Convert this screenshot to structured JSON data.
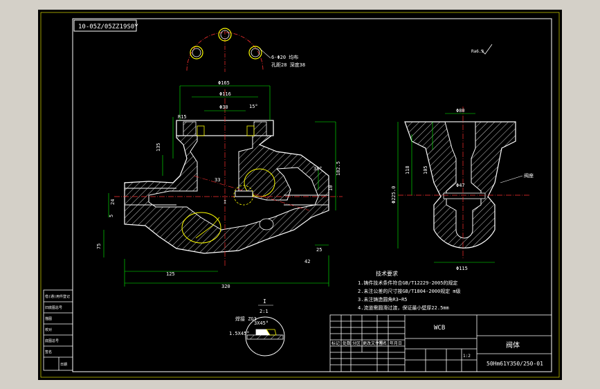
{
  "drawing": {
    "code_box": "10-05Z/05ZZ19S0Y",
    "bolt_note_1": "6-Φ20 均布",
    "bolt_note_2": "孔距28 深度38",
    "roughness_mark": "Ra6.3",
    "dims": {
      "d165": "Φ165",
      "d116": "Φ116",
      "d30": "Φ30",
      "d80": "Φ80",
      "d47": "Φ47",
      "d225": "Φ225.0",
      "r15": "R15",
      "a15": "15°",
      "a38": "38°",
      "d182": "182.5",
      "d320": "320",
      "d125": "125",
      "d10": "10",
      "d5": "5",
      "d75": "75",
      "d42": "42",
      "d118": "118",
      "d105": "105",
      "d115": "Φ115",
      "d25": "25",
      "d24": "24",
      "d135": "135",
      "d33": "33",
      "lbl_i": "I"
    },
    "detail": {
      "title": "I",
      "scale": "2:1",
      "chamfer1": "3X45°",
      "chamfer2": "1.5X45°",
      "weld": "焊接 ZG3"
    },
    "valve_seat_label": "阀座",
    "tech_req": {
      "title": "技术要求",
      "items": [
        "1.铸件技术条件符合GB/T12229-2005的规定",
        "2.未注公差的尺寸按GB/T1804-2000规定 m级",
        "3.未注铸造圆角R3~R5",
        "4.流道需圆滑过渡，保证最小壁厚22.5mm"
      ]
    },
    "title_block": {
      "material": "WCB",
      "part_name": "阀体",
      "drawing_no": "50Hm61Y350/250-01",
      "scale": "1:2",
      "labels": [
        "标记",
        "处数",
        "分区",
        "更改文件号",
        "签名",
        "年月日"
      ],
      "left_labels": [
        "底图总号",
        "签名",
        "日期",
        "借(通)用件登记",
        "描图",
        "校对",
        "旧底图总号"
      ]
    }
  }
}
